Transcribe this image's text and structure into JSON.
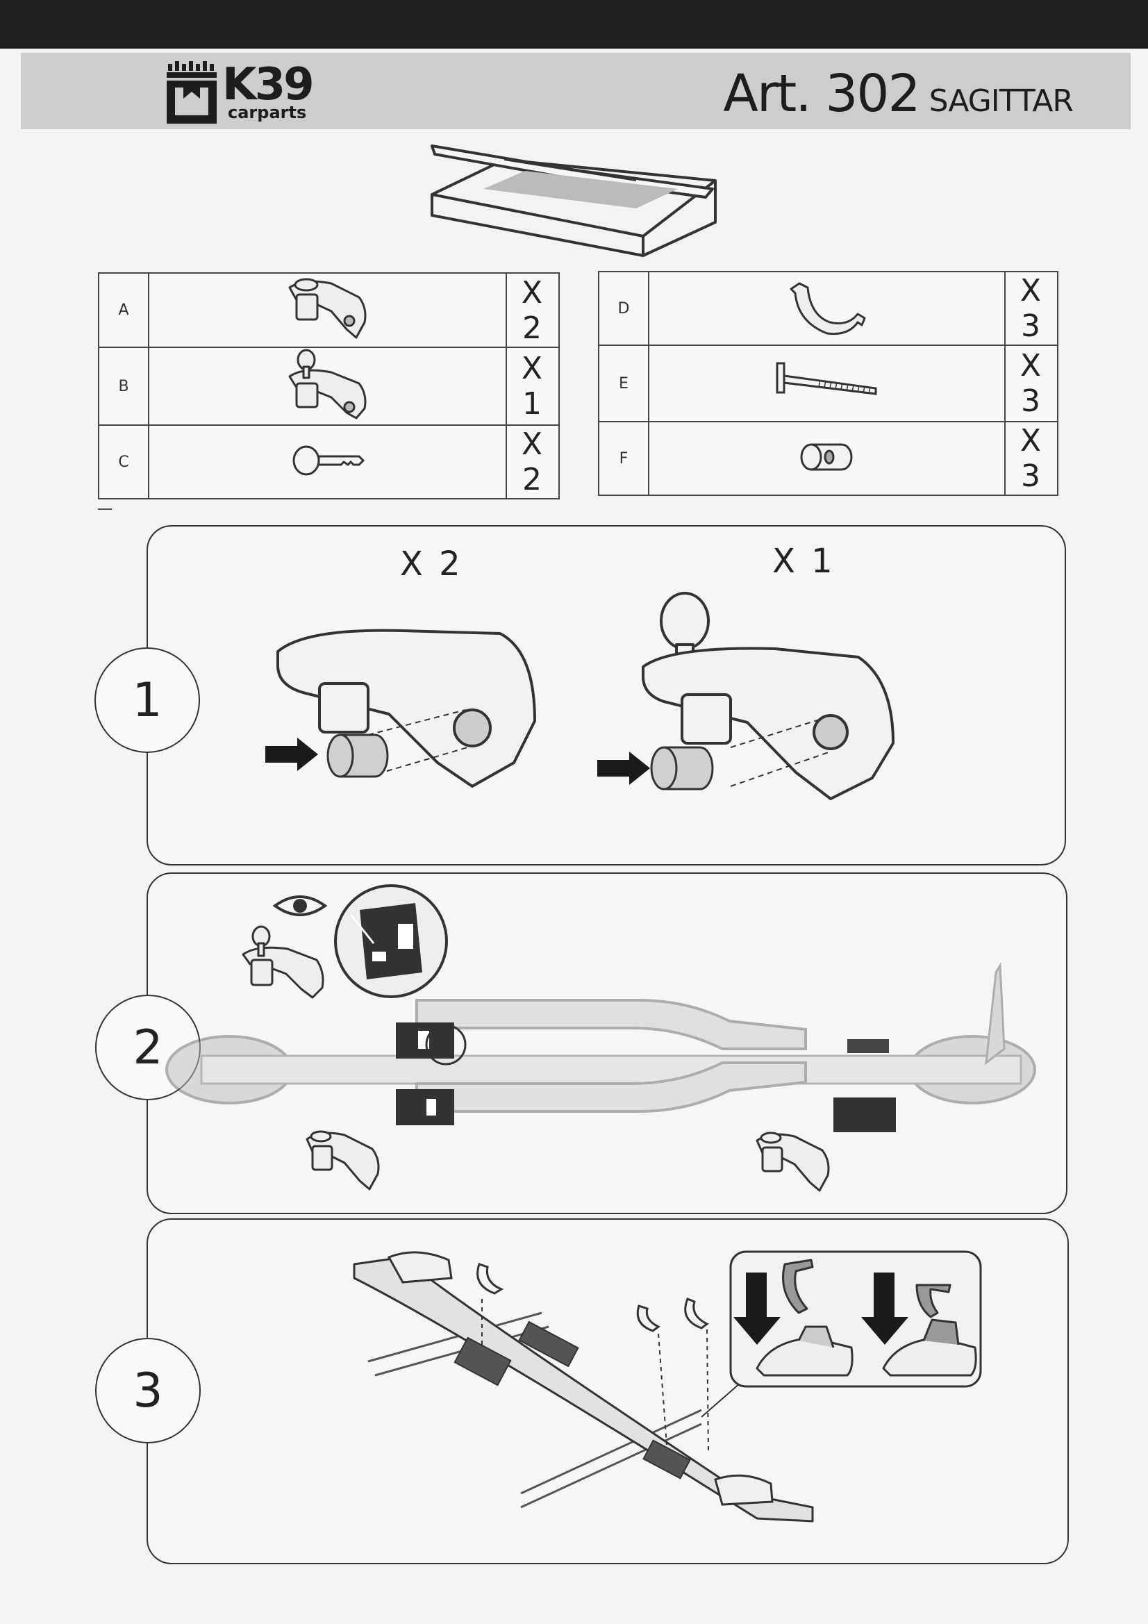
{
  "header": {
    "logo_main": "K39",
    "logo_sub": "carparts",
    "article": "Art. 302",
    "product": "SAGITTAR"
  },
  "parts_left": [
    {
      "letter": "A",
      "icon": "clamp-icon",
      "qty": "X 2"
    },
    {
      "letter": "B",
      "icon": "locking-clamp-icon",
      "qty": "X 1"
    },
    {
      "letter": "C",
      "icon": "key-icon",
      "qty": "X 2"
    }
  ],
  "parts_right": [
    {
      "letter": "D",
      "icon": "u-bracket-icon",
      "qty": "X 3"
    },
    {
      "letter": "E",
      "icon": "t-bolt-icon",
      "qty": "X 3"
    },
    {
      "letter": "F",
      "icon": "barrel-nut-icon",
      "qty": "X 3"
    }
  ],
  "steps": [
    {
      "number": "1",
      "qty_left": "X 2",
      "qty_right": "X 1"
    },
    {
      "number": "2"
    },
    {
      "number": "3"
    }
  ],
  "colors": {
    "line": "#333333",
    "panel_bg": "#f6f6f6",
    "header_band": "#cdcdcd",
    "arrow": "#1a1a1a"
  }
}
